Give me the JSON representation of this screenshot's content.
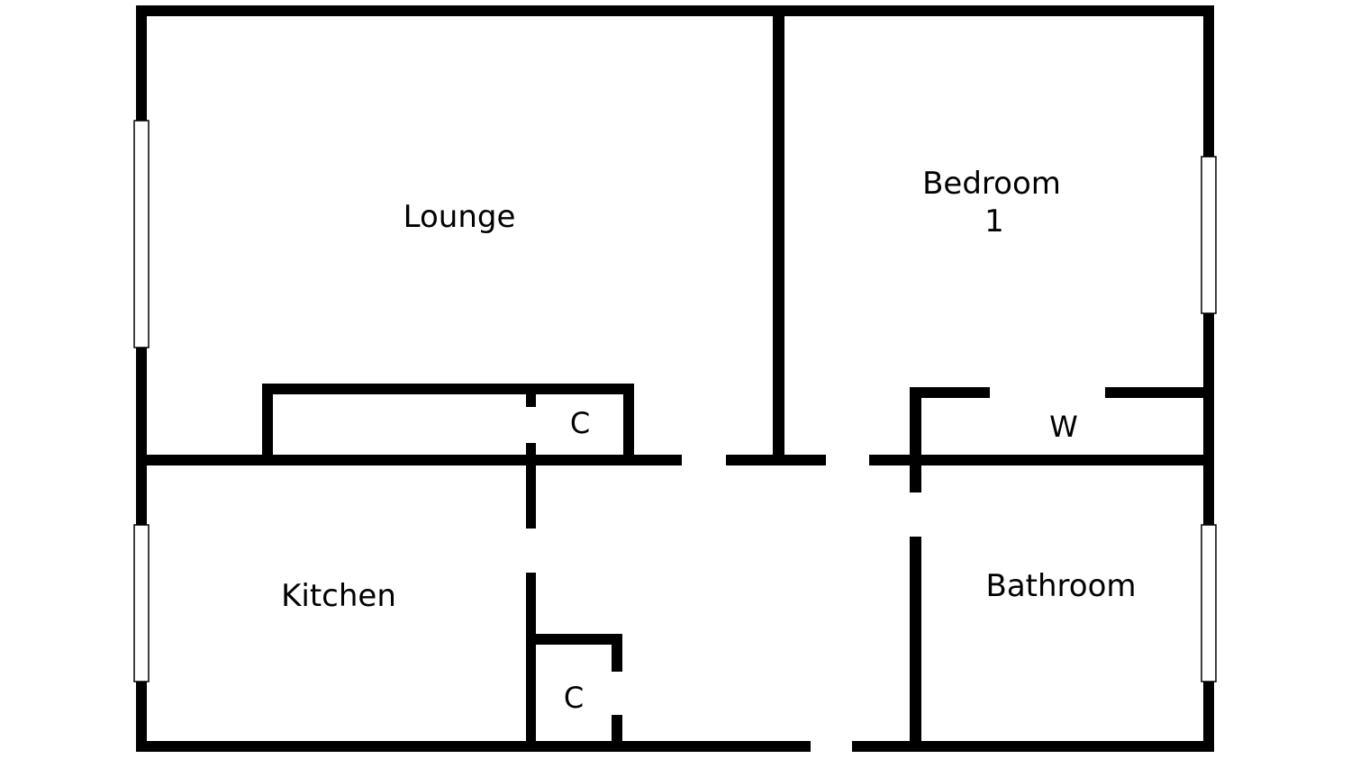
{
  "rooms": {
    "lounge": "Lounge",
    "bedroom_line1": "Bedroom",
    "bedroom_line2": "1",
    "kitchen": "Kitchen",
    "bathroom": "Bathroom",
    "cupboard_upper": "C",
    "cupboard_lower": "C",
    "wardrobe": "W"
  },
  "colors": {
    "wall": "#000000",
    "background": "#ffffff"
  }
}
